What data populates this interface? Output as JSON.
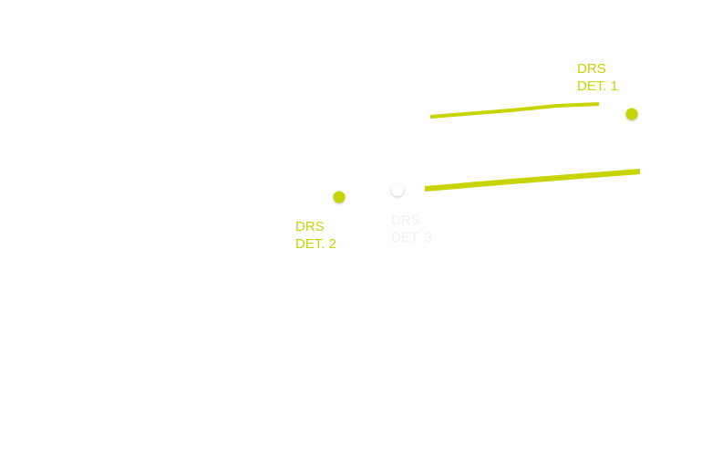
{
  "colors": {
    "accent": "#c8d400",
    "faded": "#f1f1f1",
    "point_white": "#ffffff",
    "background": "#ffffff"
  },
  "markers": {
    "drs_det_1": {
      "line1": "DRS",
      "line2": "DET. 1"
    },
    "drs_det_2": {
      "line1": "DRS",
      "line2": "DET. 2"
    },
    "drs_det_3": {
      "line1": "DRS",
      "line2": "DET. 3"
    }
  }
}
